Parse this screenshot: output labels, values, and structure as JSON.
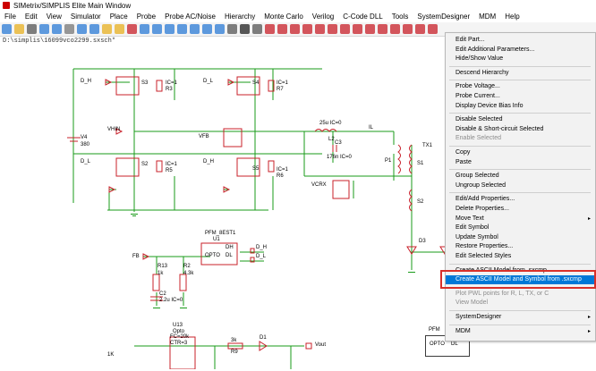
{
  "window": {
    "title": "SIMetrix/SIMPLIS Elite Main Window"
  },
  "menu": [
    "File",
    "Edit",
    "View",
    "Simulator",
    "Place",
    "Probe",
    "Probe AC/Noise",
    "Hierarchy",
    "Monte Carlo",
    "Verilog",
    "C-Code DLL",
    "Tools",
    "SystemDesigner",
    "MDM",
    "Help"
  ],
  "file_path": "D:\\simplis\\16099vco2299.sxsch*",
  "schematic": {
    "labels": {
      "dh1": "D_H",
      "s3": "S3",
      "ic_r3": "IC=1",
      "r3": "R3",
      "dl1": "D_L",
      "s4": "S4",
      "ic_r7": "IC=1",
      "r7": "R7",
      "vhin": "VHIN",
      "v4": "V4",
      "v4val": "380",
      "vfb": "VFB",
      "l_val": "25u IC=0",
      "l2": "L2",
      "il": "IL",
      "c3": "C3",
      "c3val": "176n IC=0",
      "tx1": "TX1",
      "p1": "P1",
      "s1": "S1",
      "s2": "S2",
      "vcrx": "VCRX",
      "dl2": "D_L",
      "s2sw": "S2",
      "ic_r5": "IC=1",
      "r5": "R5",
      "dh2": "D_H",
      "s5": "S5",
      "ic_r6": "IC=1",
      "r6": "R6",
      "pfm": "PFM_8EST1",
      "u1": "U1",
      "dh": "DH",
      "dl": "DL",
      "opto": "OPTO",
      "d_h": "D_H",
      "d_l": "D_L",
      "fb": "FB",
      "r13": "R13",
      "r13v": "1k",
      "r2": "R2",
      "r2v": "4.3k",
      "c2": "C2",
      "c2v": "2.2u IC=0",
      "u13": "U13",
      "u13t": "Opto",
      "u13fc": "FC=20k",
      "u13ctr": "CTR=3",
      "k1": "1K",
      "r9v": "3k",
      "r9": "R9",
      "d1": "D1",
      "d3": "D3",
      "vout": "Vout",
      "pfm2": "PFM",
      "opto2": "OPTO",
      "dl3": "DL"
    }
  },
  "context_menu": {
    "items": [
      {
        "label": "Edit Part...",
        "disabled": false
      },
      {
        "label": "Edit Additional Parameters...",
        "disabled": false
      },
      {
        "label": "Hide/Show Value",
        "disabled": false
      },
      {
        "sep": true
      },
      {
        "label": "Descend Hierarchy",
        "disabled": false
      },
      {
        "sep": true
      },
      {
        "label": "Probe Voltage...",
        "disabled": false
      },
      {
        "label": "Probe Current...",
        "disabled": false
      },
      {
        "label": "Display Device Bias Info",
        "disabled": false
      },
      {
        "sep": true
      },
      {
        "label": "Disable Selected",
        "disabled": false
      },
      {
        "label": "Disable & Short-circuit Selected",
        "disabled": false
      },
      {
        "label": "Enable Selected",
        "disabled": true
      },
      {
        "sep": true
      },
      {
        "label": "Copy",
        "disabled": false
      },
      {
        "label": "Paste",
        "disabled": false
      },
      {
        "sep": true
      },
      {
        "label": "Group Selected",
        "disabled": false
      },
      {
        "label": "Ungroup Selected",
        "disabled": false
      },
      {
        "sep": true
      },
      {
        "label": "Edit/Add Properties...",
        "disabled": false
      },
      {
        "label": "Delete Properties...",
        "disabled": false
      },
      {
        "label": "Move Text",
        "disabled": false,
        "submenu": true
      },
      {
        "label": "Edit Symbol",
        "disabled": false
      },
      {
        "label": "Update Symbol",
        "disabled": false
      },
      {
        "label": "Restore Properties...",
        "disabled": false
      },
      {
        "label": "Edit Selected Styles",
        "disabled": false
      },
      {
        "sep": true
      },
      {
        "label": "Create ASCII Model from .sxcmp",
        "disabled": false
      },
      {
        "label": "Create ASCII Model and Symbol from .sxcmp",
        "disabled": false,
        "selected": true
      },
      {
        "sep": true
      },
      {
        "label": "Plot PWL points for R, L, TX, or C",
        "disabled": true
      },
      {
        "label": "View Model",
        "disabled": true
      },
      {
        "sep": true
      },
      {
        "label": "SystemDesigner",
        "disabled": false,
        "submenu": true
      },
      {
        "sep": true
      },
      {
        "label": "MDM",
        "disabled": false,
        "submenu": true
      }
    ]
  },
  "colors": {
    "wire": "#1a9b1a",
    "component": "#c8202a",
    "highlight": "#d9302a",
    "selected": "#0078d7"
  },
  "toolbar_icons": [
    "new-icon",
    "open-icon",
    "close-icon",
    "save-icon",
    "save-all-icon",
    "print-icon",
    "undo-icon",
    "redo-icon",
    "copy-icon",
    "paste-icon",
    "cut-icon",
    "rotate-icon",
    "mirror-icon",
    "flip-icon",
    "zoom-fit-icon",
    "zoom-in-icon",
    "zoom-out-icon",
    "zoom-box-icon",
    "wire-icon",
    "run-icon",
    "find-icon",
    "ground-icon",
    "resistor-icon",
    "capacitor-icon",
    "inductor-icon",
    "diode-icon",
    "npn-icon",
    "pnp-icon",
    "nmos-icon",
    "pmos-icon",
    "source-icon",
    "probe-icon",
    "port-icon",
    "terminal-icon",
    "pin-icon"
  ]
}
